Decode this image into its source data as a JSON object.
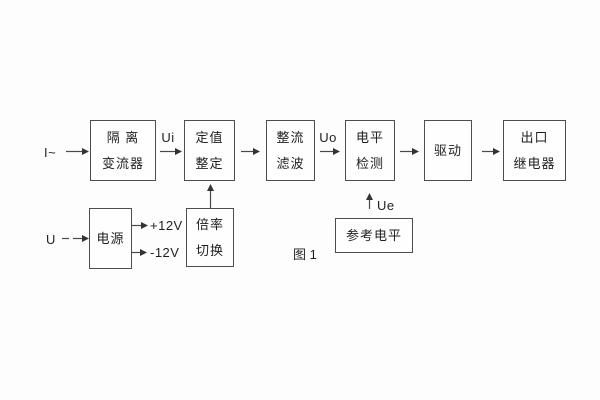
{
  "figure": {
    "caption": "图 1",
    "background_color": "#fdfdfd",
    "line_color": "#4a4a4a",
    "text_color": "#1f1f1f"
  },
  "blocks": {
    "isolation_transformer": {
      "line1": "隔 离",
      "line2": "变流器"
    },
    "setting_adjust": {
      "line1": "定值",
      "line2": "整定"
    },
    "rectify_filter": {
      "line1": "整流",
      "line2": "滤波"
    },
    "level_detect": {
      "line1": "电平",
      "line2": "检测"
    },
    "drive": {
      "line1": "驱动"
    },
    "output_relay": {
      "line1": "出口",
      "line2": "继电器"
    },
    "power_supply": {
      "line1": "电源"
    },
    "ratio_switch": {
      "line1": "倍率",
      "line2": "切换"
    },
    "reference_level": {
      "line1": "参考电平"
    }
  },
  "signals": {
    "input_current": "I~",
    "input_voltage": "U",
    "ui": "Ui",
    "uo": "Uo",
    "ue": "Ue",
    "plus_12v": "+12V",
    "minus_12v": "-12V"
  }
}
